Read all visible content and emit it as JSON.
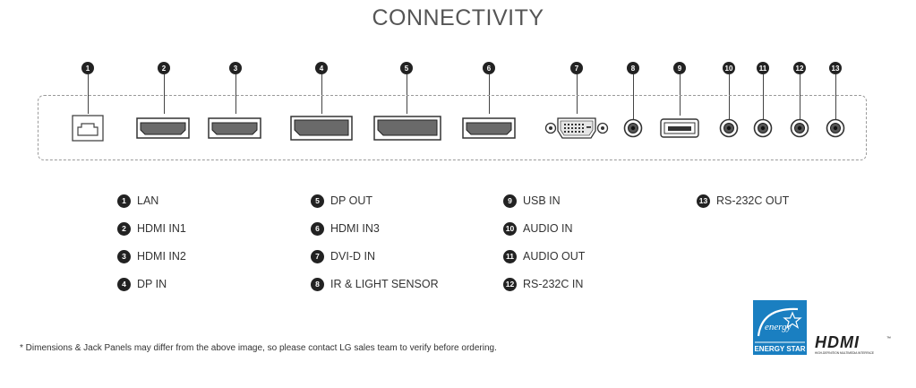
{
  "title": "CONNECTIVITY",
  "ports": [
    {
      "num": "1",
      "label": "LAN"
    },
    {
      "num": "2",
      "label": "HDMI IN1"
    },
    {
      "num": "3",
      "label": "HDMI IN2"
    },
    {
      "num": "4",
      "label": "DP IN"
    },
    {
      "num": "5",
      "label": "DP OUT"
    },
    {
      "num": "6",
      "label": "HDMI IN3"
    },
    {
      "num": "7",
      "label": "DVI-D IN"
    },
    {
      "num": "8",
      "label": "IR & LIGHT SENSOR"
    },
    {
      "num": "9",
      "label": "USB IN"
    },
    {
      "num": "10",
      "label": "AUDIO IN"
    },
    {
      "num": "11",
      "label": "AUDIO OUT"
    },
    {
      "num": "12",
      "label": "RS-232C IN"
    },
    {
      "num": "13",
      "label": "RS-232C OUT"
    }
  ],
  "footnote": "* Dimensions & Jack Panels may differ from the above image, so please contact LG sales team to verify before ordering.",
  "logos": {
    "energy_star": {
      "script": "energy",
      "caption": "ENERGY STAR",
      "color": "#1a7fc1"
    },
    "hdmi": {
      "wordmark": "HDMI",
      "tm": "™",
      "tagline": "HIGH-DEFINITION MULTIMEDIA INTERFACE"
    }
  }
}
